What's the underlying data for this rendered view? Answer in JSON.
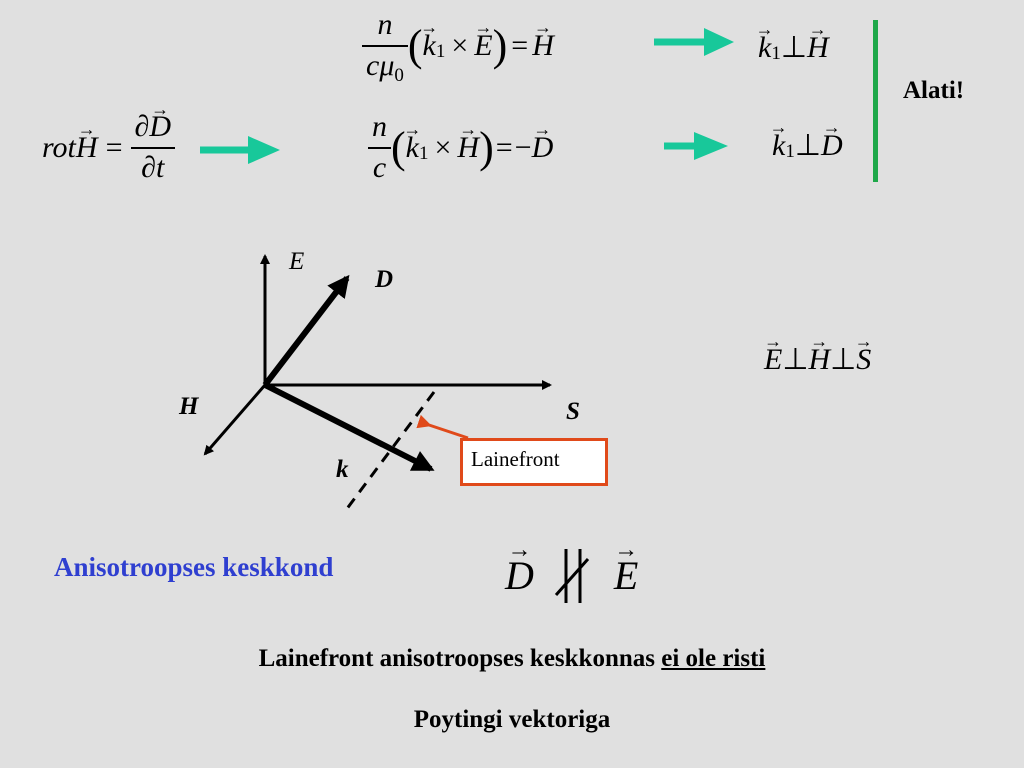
{
  "equations": {
    "eq1": {
      "n": "n",
      "c": "c",
      "mu": "μ",
      "mu_sub": "0",
      "k": "k",
      "k_sub": "1",
      "times": "×",
      "E": "E",
      "equals": "=",
      "H": "H"
    },
    "eq1_result": {
      "k": "k",
      "k_sub": "1",
      "perp": "⊥",
      "H": "H"
    },
    "eq2_left": {
      "rot": "rot",
      "H": "H",
      "equals": "=",
      "partial": "∂",
      "D": "D",
      "t": "t"
    },
    "eq2": {
      "n": "n",
      "c": "c",
      "k": "k",
      "k_sub": "1",
      "times": "×",
      "H": "H",
      "equals": "=",
      "minus": "−",
      "D": "D"
    },
    "eq2_result": {
      "k": "k",
      "k_sub": "1",
      "perp": "⊥",
      "D": "D"
    },
    "alati": "Alati!"
  },
  "diagram": {
    "label_E": "E",
    "label_D": "D",
    "label_H": "H",
    "label_S": "S",
    "label_k": "k",
    "lainefront": "Lainefront"
  },
  "relation": {
    "E": "E",
    "perp1": "⊥",
    "H": "H",
    "perp2": "⊥",
    "S": "S"
  },
  "anisotropic": "Anisotroopses keskkond",
  "not_parallel": {
    "D": "D",
    "E": "E"
  },
  "bottom": {
    "line1_main": "Lainefront anisotroopses keskkonnas ",
    "line1_underlined": "ei ole risti",
    "line2": "Poytingi vektoriga"
  },
  "colors": {
    "arrow_green": "#18c89a",
    "bar_green": "#1fa84a",
    "box_red": "#e04a1a",
    "pointer_red": "#e04a1a",
    "blue_text": "#2f3fd0"
  }
}
